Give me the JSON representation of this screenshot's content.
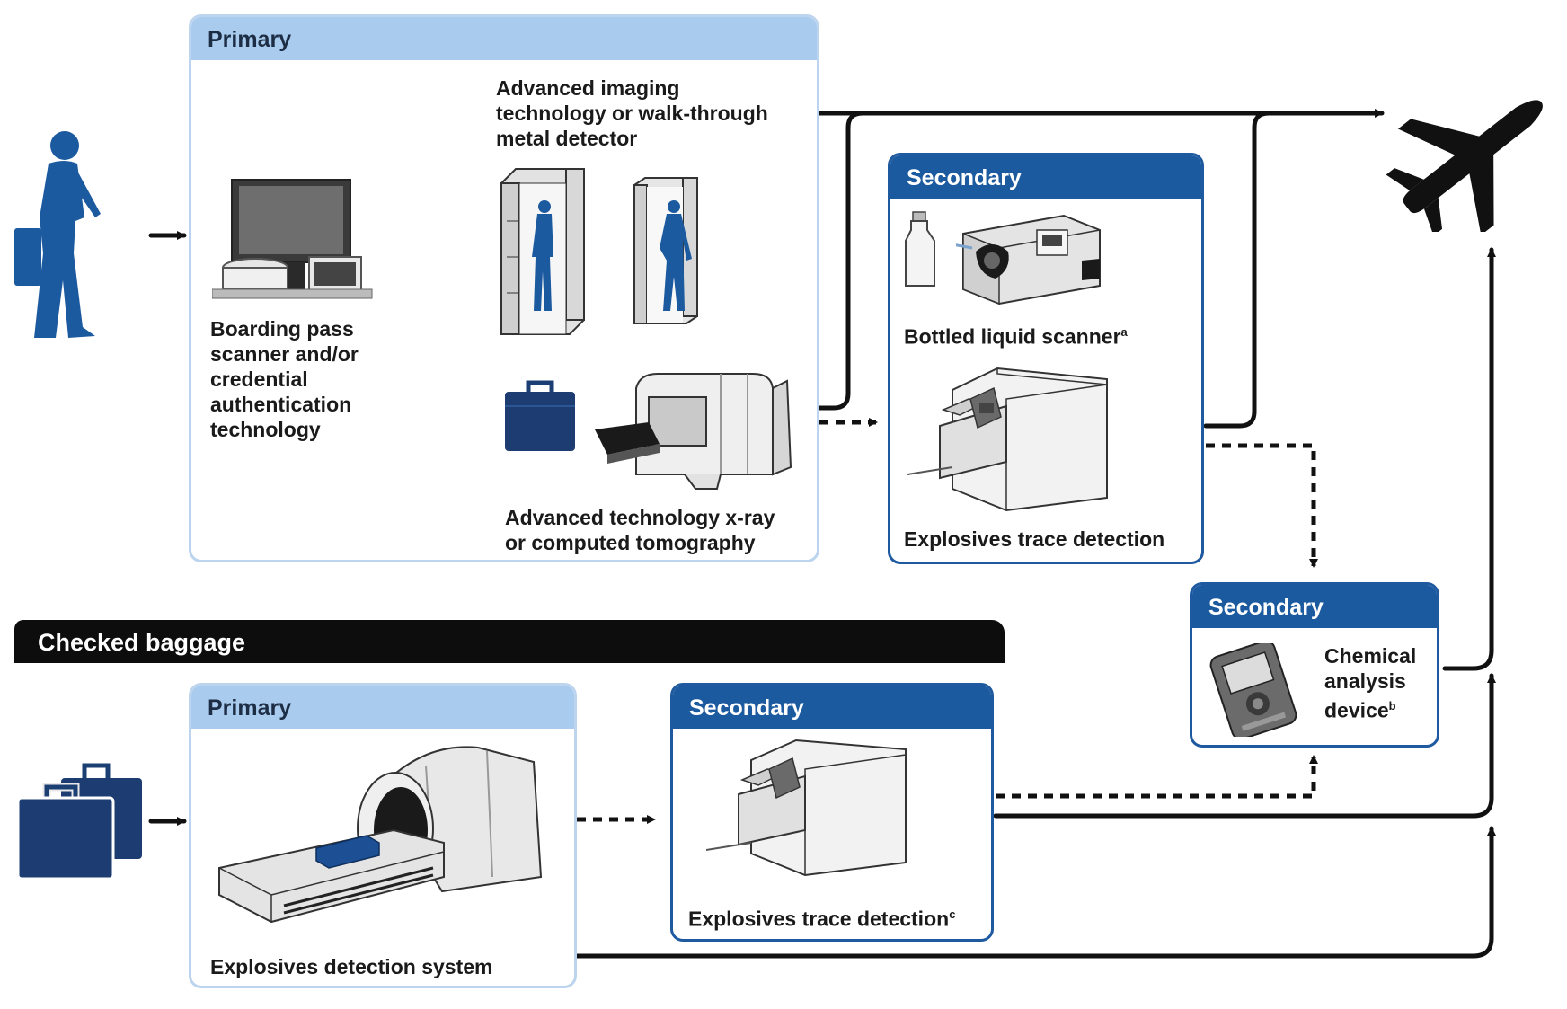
{
  "colors": {
    "accent_dark": "#1c5aa0",
    "accent_light": "#a8cbee",
    "line": "#111111"
  },
  "checkpoint": {
    "primary": {
      "header": "Primary",
      "boarding_label": [
        "Boarding pass",
        "scanner and/or",
        "credential",
        "authentication",
        "technology"
      ],
      "imaging_label": [
        "Advanced imaging",
        "technology or walk-through",
        "metal detector"
      ],
      "xray_label": [
        "Advanced technology x-ray",
        "or computed tomography"
      ],
      "icons": [
        "passenger-icon",
        "kiosk-icon",
        "body-scanner-icon",
        "metal-detector-icon",
        "carry-on-bag-icon",
        "xray-machine-icon"
      ]
    },
    "secondary": {
      "header": "Secondary",
      "bottle_label": "Bottled liquid scanner",
      "bottle_footnote": "a",
      "etd_label": "Explosives trace detection",
      "icons": [
        "bottle-icon",
        "liquid-scanner-icon",
        "trace-detector-icon"
      ]
    }
  },
  "chemical": {
    "header": "Secondary",
    "label": [
      "Chemical",
      "analysis",
      "device"
    ],
    "footnote": "b",
    "icons": [
      "handheld-device-icon"
    ]
  },
  "checked_baggage": {
    "title": "Checked baggage",
    "primary": {
      "header": "Primary",
      "label": "Explosives detection system",
      "icons": [
        "suitcases-icon",
        "eds-scanner-icon"
      ]
    },
    "secondary": {
      "header": "Secondary",
      "label": "Explosives trace detection",
      "footnote": "c",
      "icons": [
        "trace-detector-icon"
      ]
    }
  },
  "destination": {
    "icon": "airplane-icon"
  }
}
